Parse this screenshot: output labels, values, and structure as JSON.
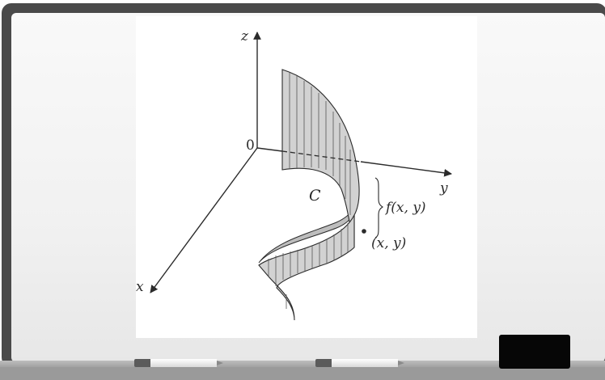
{
  "diagram": {
    "axis_z": "z",
    "axis_y": "y",
    "axis_x": "x",
    "origin": "0",
    "curve_label": "C",
    "height_label": "f(x, y)",
    "point_label": "(x, y)"
  },
  "colors": {
    "frame": "#4a4a4a",
    "surface": "#f3f3f3",
    "ribbon_fill": "#cfcfcf",
    "ink": "#2b2b2b",
    "eraser": "#060606",
    "marker_cap": "#5b5b5b"
  },
  "tray_items": [
    "marker",
    "marker",
    "eraser"
  ]
}
